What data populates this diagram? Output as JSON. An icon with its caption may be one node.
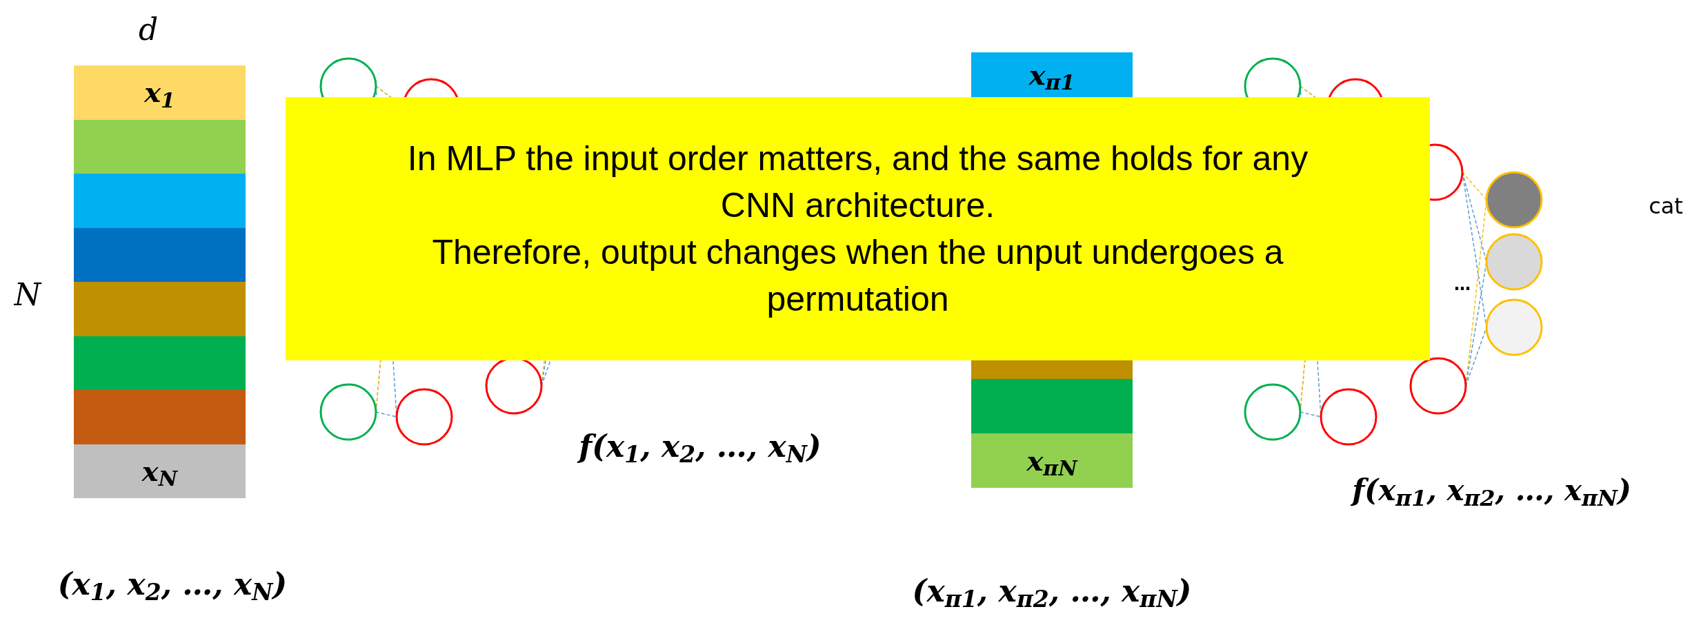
{
  "diagram": {
    "nodes": [
      {
        "text": [
          "x$_{1}$"
        ]
      },
      {
        "text": [],
        "shape": "bar"
      },
      {
        "text": [],
        "shape": "bar"
      },
      {
        "text": [],
        "shape": "bar"
      },
      {
        "text": [],
        "shape": "bar"
      },
      {
        "text": [],
        "shape": "bar"
      },
      {
        "text": [],
        "shape": "bar"
      },
      {
        "text": [
          "x$_{N}$"
        ]
      },
      {
        "text": [
          "In MLP the input order matters, and the same holds for any CNN architecture.",
          "Therefore, output changes when the unput undergoes a permutation"
        ]
      },
      {
        "text": [
          "x$_{π1}$"
        ]
      },
      {
        "text": [],
        "shape": "bar"
      },
      {
        "text": [],
        "shape": "bar"
      },
      {
        "text": [
          "x$_{πN}$"
        ]
      }
    ],
    "labels": [
      "d",
      "N",
      "(x$_{1}$, x$_{2}$, …, x$_{N}$)",
      "f(x$_{1}$, x$_{2}$, …, x$_{N}$)",
      "…",
      "cat",
      "(x$_{π1}$, x$_{π2}$, …, x$_{πN}$)",
      "f(x$_{π1}$, x$_{π2}$, …, x$_{πN}$)"
    ]
  }
}
